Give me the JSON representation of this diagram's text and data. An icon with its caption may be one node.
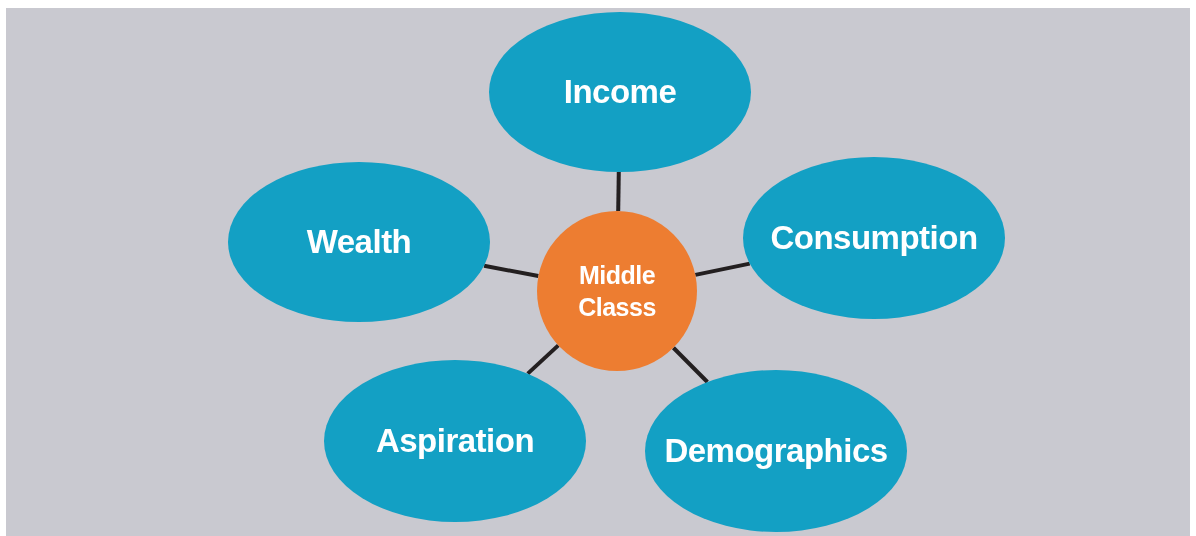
{
  "diagram": {
    "nodes": [
      {
        "text": [
          "Income"
        ]
      },
      {
        "text": [
          "Wealth"
        ]
      },
      {
        "text": [
          "Middle Classs"
        ]
      },
      {
        "text": [
          "Consumption"
        ]
      },
      {
        "text": [
          "Aspiration"
        ]
      },
      {
        "text": [
          "Demographics"
        ]
      }
    ],
    "edges": [
      {
        "from": 2,
        "to": 0,
        "arrow": "none"
      },
      {
        "from": 2,
        "to": 1,
        "arrow": "none"
      },
      {
        "from": 2,
        "to": 3,
        "arrow": "none"
      },
      {
        "from": 2,
        "to": 4,
        "arrow": "none"
      },
      {
        "from": 2,
        "to": 5,
        "arrow": "none"
      }
    ]
  }
}
